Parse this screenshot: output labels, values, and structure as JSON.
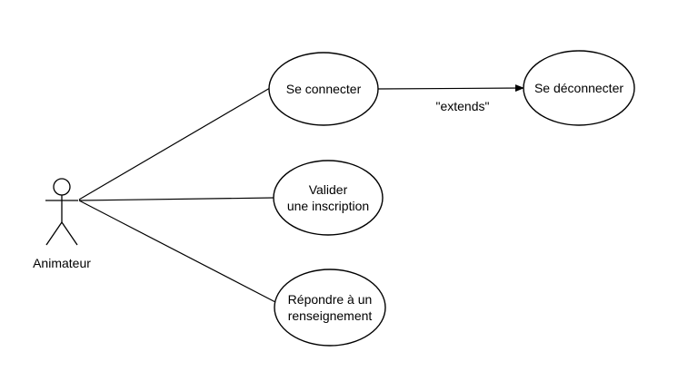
{
  "diagram": {
    "type": "use-case",
    "actor": {
      "name": "Animateur"
    },
    "use_cases": {
      "se_connecter": {
        "line1": "Se connecter"
      },
      "se_deconnecter": {
        "line1": "Se déconnecter"
      },
      "valider_inscription": {
        "line1": "Valider",
        "line2": "une inscription"
      },
      "repondre_renseignement": {
        "line1": "Répondre à un",
        "line2": "renseignement"
      }
    },
    "relations": {
      "extends_label": "\"extends\""
    }
  }
}
